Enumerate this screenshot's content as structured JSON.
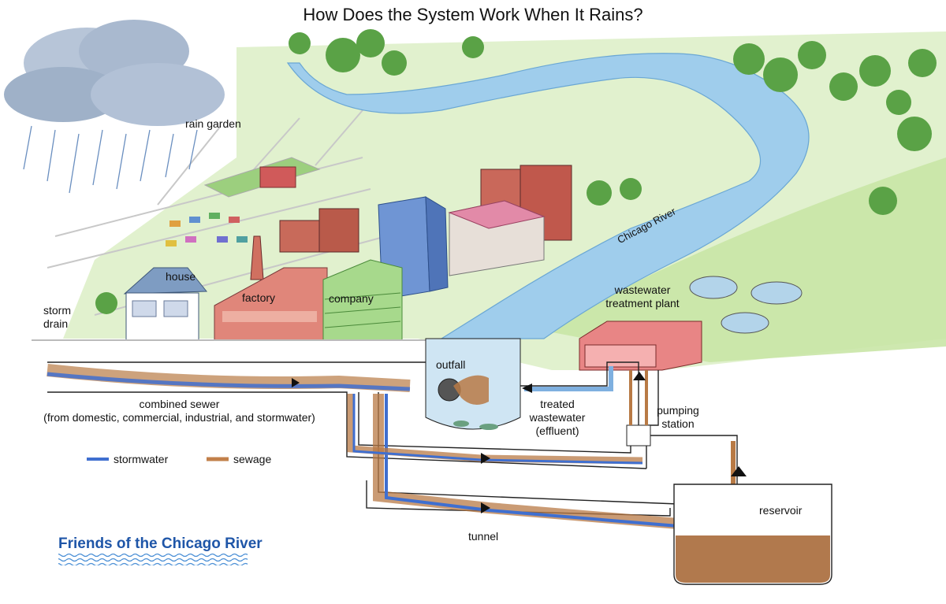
{
  "title": "How Does the System Work When It Rains?",
  "labels": {
    "rain_garden": "rain garden",
    "house": "house",
    "factory": "factory",
    "company": "company",
    "storm_drain": "storm\ndrain",
    "outfall": "outfall",
    "wastewater_treatment_plant": "wastewater\ntreatment plant",
    "chicago_river": "Chicago River",
    "combined_sewer": "combined sewer\n(from domestic, commercial, industrial, and stormwater)",
    "treated_wastewater": "treated\nwastewater\n(effluent)",
    "pumping_station": "pumping\nstation",
    "reservoir": "reservoir",
    "tunnel": "tunnel"
  },
  "legend": [
    {
      "label": "stormwater",
      "color": "#3f6fd0"
    },
    {
      "label": "sewage",
      "color": "#c2804a"
    }
  ],
  "brand": "Friends of the Chicago River",
  "colors": {
    "stormwater": "#3f6fd0",
    "sewage": "#b87a45",
    "river": "#8fc3e6",
    "grass": "#cfe7b3",
    "brand": "#1f56a8"
  }
}
